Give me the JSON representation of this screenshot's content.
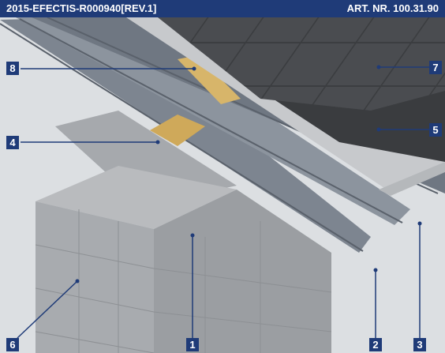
{
  "header": {
    "reference": "2015-EFECTIS-R000940[REV.1]",
    "article": "ART. NR. 100.31.90"
  },
  "callouts": {
    "c1": "1",
    "c2": "2",
    "c3": "3",
    "c4": "4",
    "c5": "5",
    "c6": "6",
    "c7": "7",
    "c8": "8"
  },
  "colors": {
    "brand": "#1f3b78",
    "background": "#dcdfe2"
  }
}
